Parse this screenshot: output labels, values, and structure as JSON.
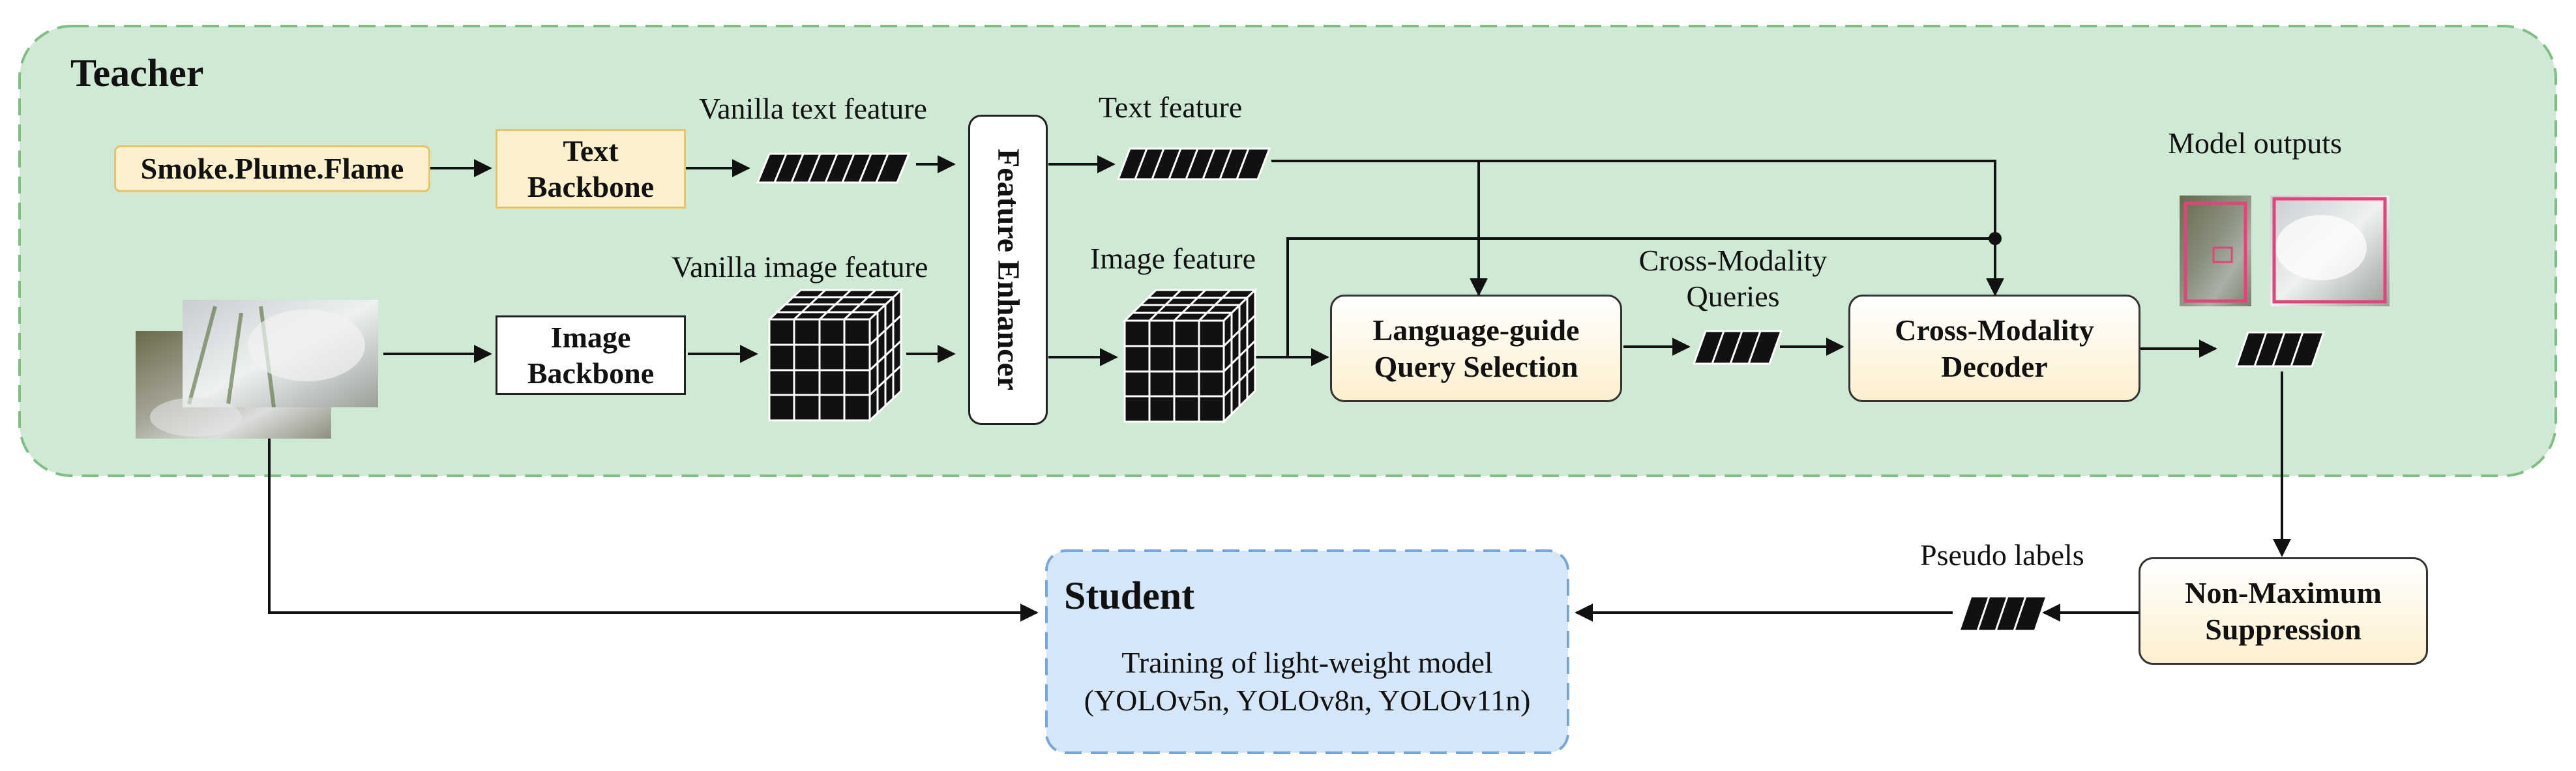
{
  "teacher": {
    "title": "Teacher"
  },
  "student": {
    "title": "Student",
    "line1": "Training of light-weight model",
    "line2": "(YOLOv5n, YOLOv8n, YOLOv11n)"
  },
  "nodes": {
    "text_input": "Smoke.Plume.Flame",
    "text_backbone": [
      "Text",
      "Backbone"
    ],
    "image_backbone": [
      "Image",
      "Backbone"
    ],
    "feature_enhancer": "Feature Enhancer",
    "query_selection": [
      "Language-guide",
      "Query Selection"
    ],
    "decoder": [
      "Cross-Modality",
      "Decoder"
    ],
    "nms": [
      "Non-Maximum",
      "Suppression"
    ]
  },
  "labels": {
    "vanilla_text": "Vanilla text feature",
    "vanilla_image": "Vanilla image feature",
    "text_feature": "Text feature",
    "image_feature": "Image feature",
    "cm_queries": [
      "Cross-Modality",
      "Queries"
    ],
    "model_outputs": "Model outputs",
    "pseudo_labels": "Pseudo labels"
  },
  "colors": {
    "teacher_bg": "#cfe9d4",
    "teacher_border": "#7fbf86",
    "student_bg": "#d4e6f8",
    "student_border": "#7aa6d6",
    "node_yellow": "#fdf0cc",
    "detection_box": "#e0457a"
  }
}
